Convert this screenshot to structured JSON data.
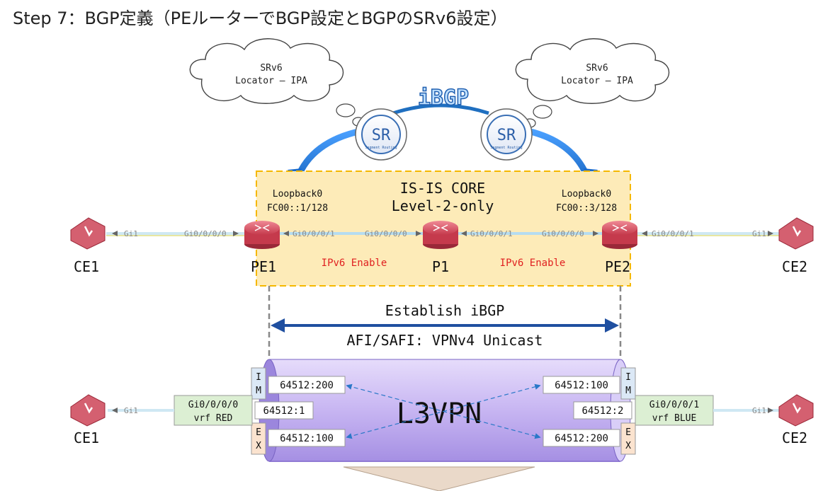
{
  "title": "Step 7：BGP定義（PEルーターでBGP設定とBGPのSRv6設定）",
  "clouds": [
    {
      "line1": "SRv6",
      "line2": "Locator – IPA"
    },
    {
      "line1": "SRv6",
      "line2": "Locator – IPA"
    }
  ],
  "ibgp_label": "iBGP",
  "sr_logo": {
    "text": "SR",
    "sub": "Segment Routing"
  },
  "core": {
    "title": "IS-IS CORE",
    "level": "Level-2-only",
    "pe1_loopback": "Loopback0",
    "pe1_addr": "FC00::1/128",
    "pe2_loopback": "Loopback0",
    "pe2_addr": "FC00::3/128",
    "ipv6_enable_1": "IPv6 Enable",
    "ipv6_enable_2": "IPv6 Enable"
  },
  "top_row": {
    "ce1": "CE1",
    "pe1": "PE1",
    "p1": "P1",
    "pe2": "PE2",
    "ce2": "CE2",
    "ce1_if": "Gi1",
    "pe1_ce_if": "Gi0/0/0/0",
    "pe1_core_if": "Gi0/0/0/1",
    "p1_left_if": "Gi0/0/0/0",
    "p1_right_if": "Gi0/0/0/1",
    "pe2_core_if": "Gi0/0/0/0",
    "pe2_ce_if": "Gi0/0/0/1",
    "ce2_if": "Gi1"
  },
  "bgp": {
    "establish": "Establish iBGP",
    "afi_safi": "AFI/SAFI: VPNv4 Unicast"
  },
  "l3vpn": {
    "label": "L3VPN",
    "left_im_rt": "64512:200",
    "left_ex_rt": "64512:100",
    "left_rd": "64512:1",
    "right_im_rt": "64512:100",
    "right_ex_rt": "64512:200",
    "right_rd": "64512:2",
    "im_letters": [
      "I",
      "M"
    ],
    "ex_letters": [
      "E",
      "X"
    ],
    "left_vrf_if": "Gi0/0/0/0",
    "left_vrf_name": "vrf RED",
    "right_vrf_if": "Gi0/0/0/1",
    "right_vrf_name": "vrf BLUE",
    "ce1": "CE1",
    "ce2": "CE2",
    "ce1_if": "Gi1",
    "ce2_if": "Gi1"
  },
  "colors": {
    "core_fill": "#fdebb8",
    "core_border": "#f5b800",
    "tube_fill": "#c9b8f4",
    "router_red": "#d94a5c",
    "arrow_blue": "#2a78c8",
    "red_text": "#e02020",
    "vrf_green": "#dcefd3"
  }
}
